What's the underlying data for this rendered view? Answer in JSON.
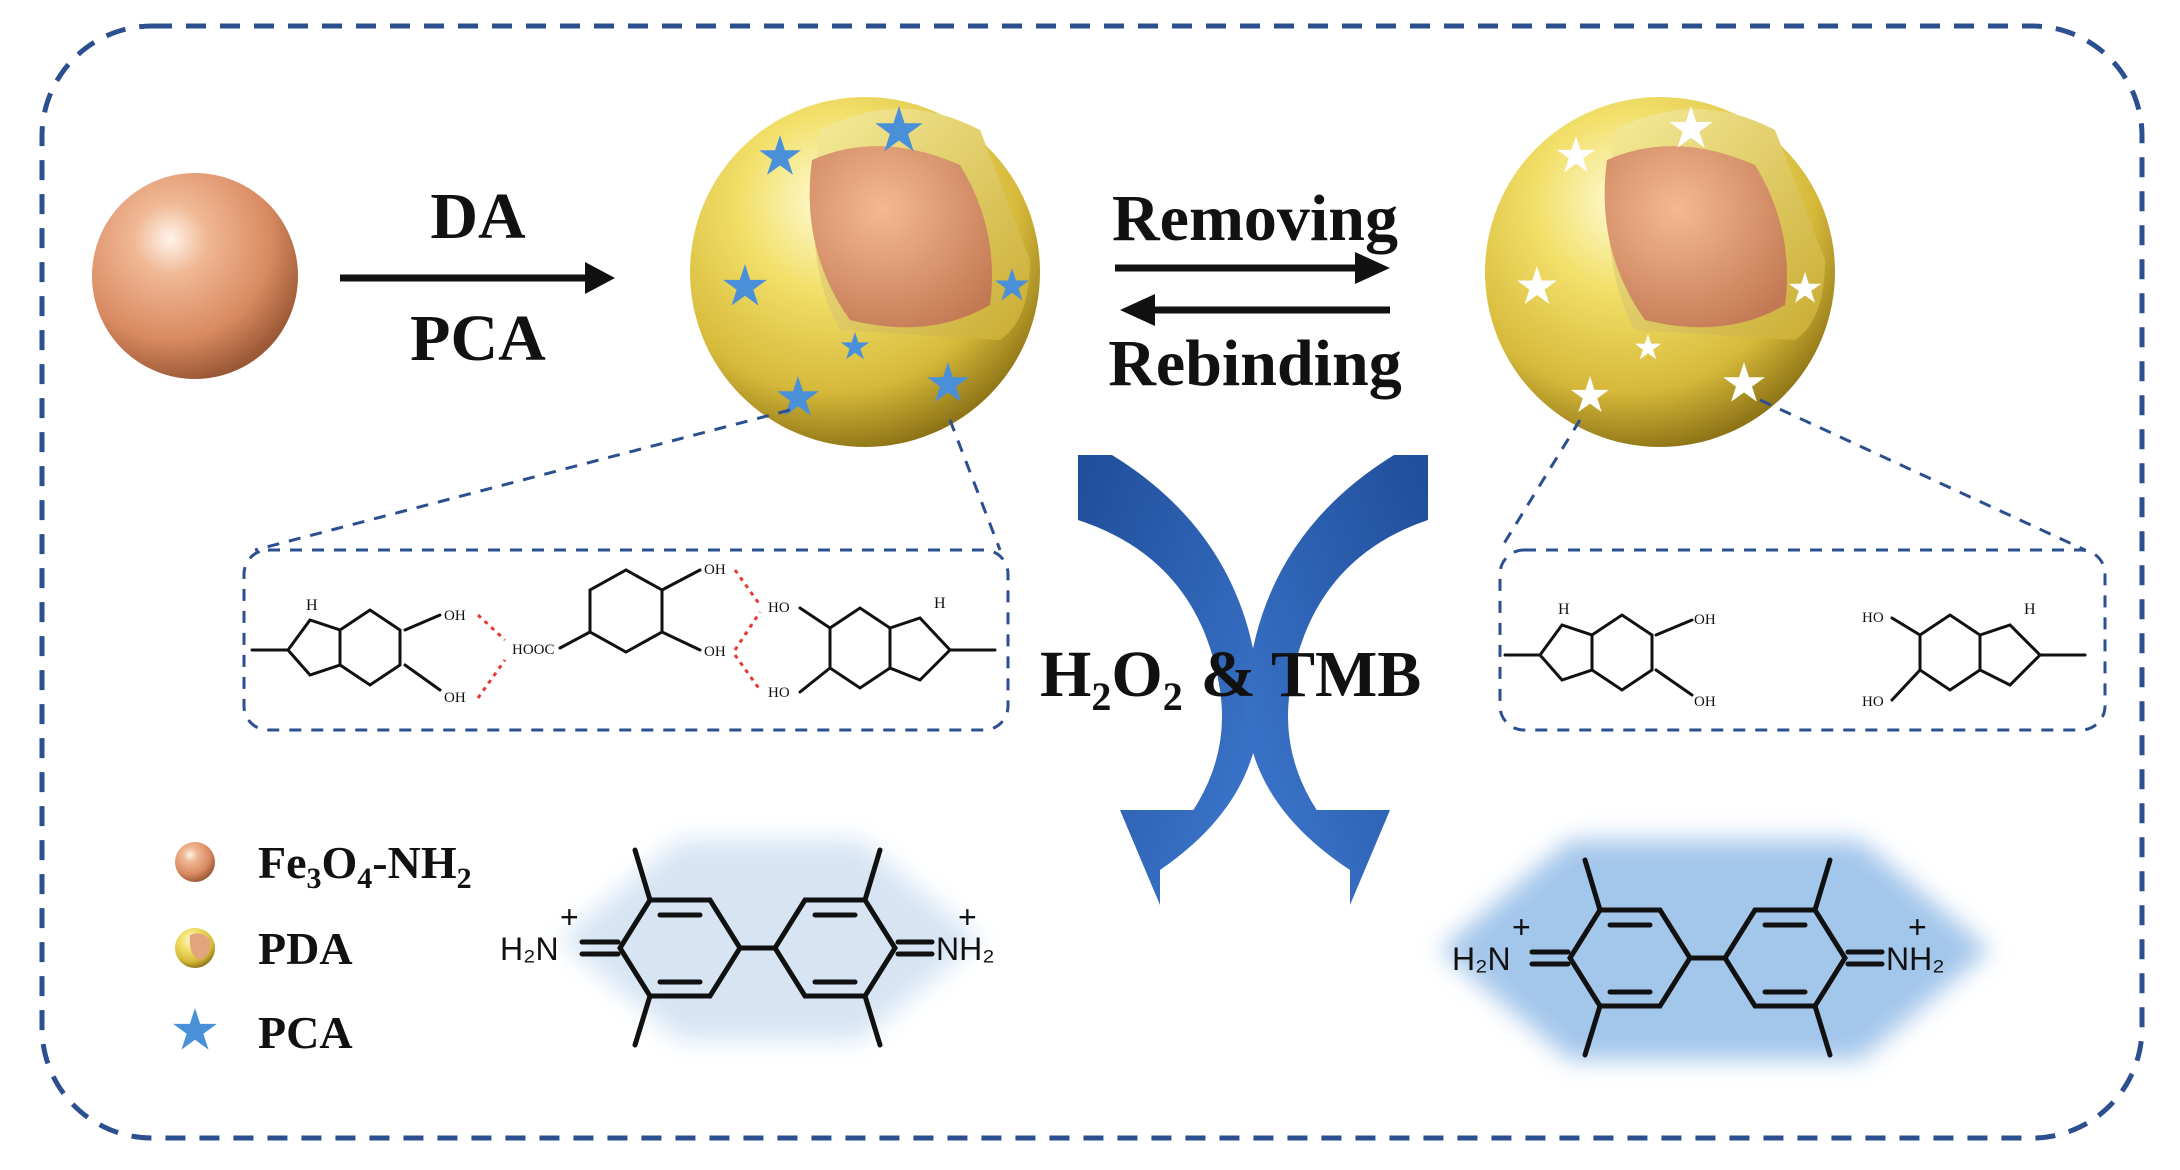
{
  "labels": {
    "step1_top": "DA",
    "step1_bottom": "PCA",
    "forward": "Removing",
    "reverse": "Rebinding",
    "reagent_main": "H",
    "reagent_sub2": "2",
    "reagent_o": "O",
    "reagent_sub2b": "2",
    "reagent_rest": "& TMB"
  },
  "chem": {
    "nh": "H",
    "n": "N",
    "oh": "OH",
    "ho": "HO",
    "hooc": "HOOC",
    "h2n": "H₂N",
    "nh2": "NH₂",
    "plus": "+"
  },
  "legend": {
    "core": "Fe",
    "core_sub3": "3",
    "core_o": "O",
    "core_sub4": "4",
    "core_rest": "-NH",
    "core_sub2": "2",
    "shell": "PDA",
    "template": "PCA"
  },
  "colors": {
    "frame": "#2b4f8f",
    "arrow_blue": "#2f5fb3",
    "star_blue": "#4a90d9",
    "core": "#e6a07a",
    "shell": "#e8d45a",
    "glow": "#b9d4ee"
  }
}
